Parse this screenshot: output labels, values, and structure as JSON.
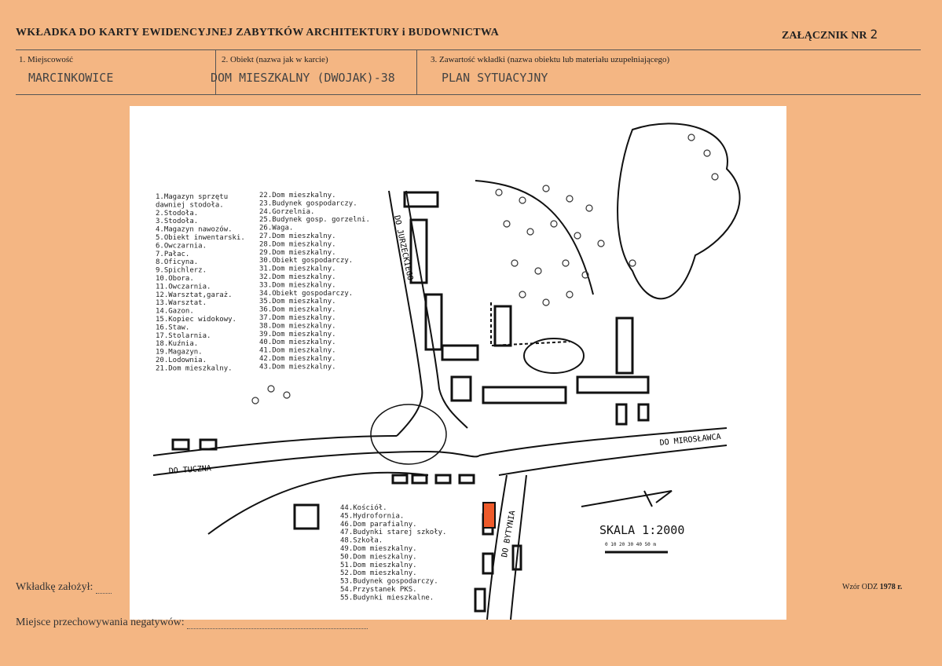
{
  "header": {
    "title": "WKŁADKA DO KARTY EWIDENCYJNEJ ZABYTKÓW ARCHITEKTURY i BUDOWNICTWA",
    "attachment_label": "ZAŁĄCZNIK NR",
    "attachment_number": "2"
  },
  "fields": {
    "f1_label": "1. Miejscowość",
    "f1_value": "MARCINKOWICE",
    "f2_label": "2. Obiekt (nazwa jak w karcie)",
    "f2_value": "DOM MIESZKALNY (DWOJAK)-38",
    "f3_label": "3. Zawartość wkładki (nazwa obiektu lub materiału uzupełniającego)",
    "f3_value": "PLAN SYTUACYJNY"
  },
  "map": {
    "legend_col1": [
      "1.Magazyn sprzętu",
      "dawniej stodoła.",
      "2.Stodoła.",
      "3.Stodoła.",
      "4.Magazyn nawozów.",
      "5.Obiekt inwentarski.",
      "6.Owczarnia.",
      "7.Pałac.",
      "8.Oficyna.",
      "9.Spichlerz.",
      "10.Obora.",
      "11.Owczarnia.",
      "12.Warsztat,garaż.",
      "13.Warsztat.",
      "14.Gazon.",
      "15.Kopiec widokowy.",
      "16.Staw.",
      "17.Stolarnia.",
      "18.Kuźnia.",
      "19.Magazyn.",
      "20.Lodownia.",
      "21.Dom mieszkalny."
    ],
    "legend_col2": [
      "22.Dom mieszkalny.",
      "23.Budynek gospodarczy.",
      "24.Gorzelnia.",
      "25.Budynek gosp. gorzelni.",
      "26.Waga.",
      "27.Dom mieszkalny.",
      "28.Dom mieszkalny.",
      "29.Dom mieszkalny.",
      "30.Obiekt gospodarczy.",
      "31.Dom mieszkalny.",
      "32.Dom mieszkalny.",
      "33.Dom mieszkalny.",
      "34.Obiekt gospodarczy.",
      "35.Dom mieszkalny.",
      "36.Dom mieszkalny.",
      "37.Dom mieszkalny.",
      "38.Dom mieszkalny.",
      "39.Dom mieszkalny.",
      "40.Dom mieszkalny.",
      "41.Dom mieszkalny.",
      "42.Dom mieszkalny.",
      "43.Dom mieszkalny."
    ],
    "legend_col3": [
      "44.Kościół.",
      "45.Hydrofornia.",
      "46.Dom parafialny.",
      "47.Budynki starej szkoły.",
      "48.Szkoła.",
      "49.Dom mieszkalny.",
      "50.Dom mieszkalny.",
      "51.Dom mieszkalny.",
      "52.Dom mieszkalny.",
      "53.Budynek gospodarczy.",
      "54.Przystanek PKS.",
      "55.Budynki mieszkalne."
    ],
    "road_jurzecki": "DO JURZECKIEGO",
    "road_tuczna": "DO TUCZNA",
    "road_miroslawca": "DO MIROSŁAWCA",
    "road_bytynia": "DO BYTYNIA",
    "scale_label": "SKALA 1:2000",
    "scale_ticks": "0 10 20 30 40 50 m"
  },
  "footer": {
    "created_label": "Wkładkę założył:",
    "storage_label": "Miejsce przechowywania negatywów:",
    "form_label": "Wzór ODZ",
    "form_year": "1978 r."
  },
  "colors": {
    "card": "#f4b683",
    "highlight": "#ee5a2a"
  }
}
